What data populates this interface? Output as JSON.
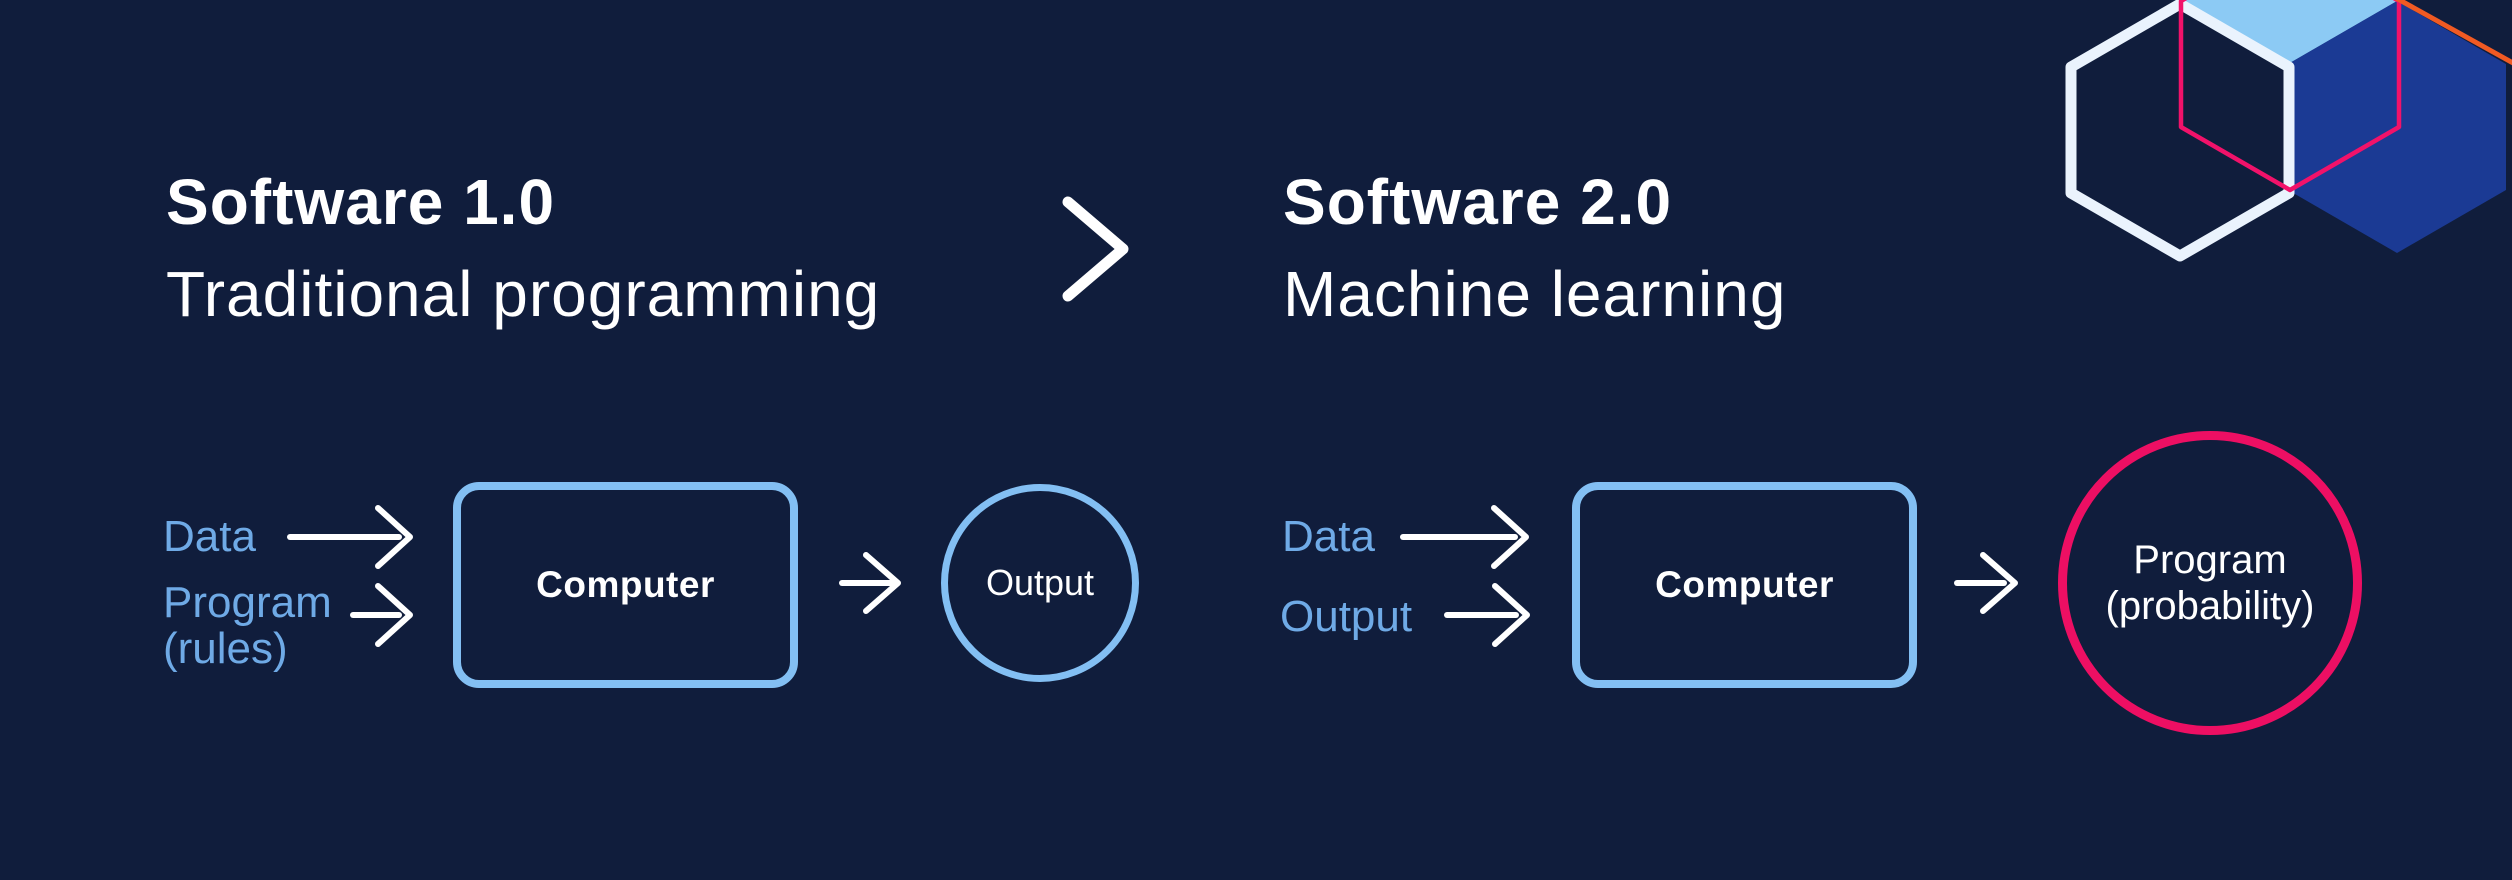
{
  "page": {
    "type": "infographic-diagram",
    "background": "#101d3c"
  },
  "sections": {
    "left": {
      "heading": "Software 1.0",
      "subheading": "Traditional programming",
      "flow": {
        "input1": "Data",
        "input2_line1": "Program",
        "input2_line2": "(rules)",
        "processor": "Computer",
        "result": "Output"
      }
    },
    "right": {
      "heading": "Software 2.0",
      "subheading": "Machine learning",
      "flow": {
        "input1": "Data",
        "input2": "Output",
        "processor": "Computer",
        "result_line1": "Program",
        "result_line2": "(probability)"
      }
    }
  },
  "icons": {
    "separator": "chevron-right-icon",
    "arrows": "right-arrow-icon",
    "decoration": "hexagon-cluster"
  },
  "colors": {
    "background": "#101d3c",
    "text_white": "#ffffff",
    "label_blue": "#6faae6",
    "shape_border_blue": "#83bff3",
    "pink": "#ed0f63",
    "hex_light_blue_fill": "#8ccaf4",
    "hex_royal_blue_fill": "#1b3a94",
    "hex_white_outline": "#eaf3fd",
    "hex_pink_outline": "#f1126a",
    "hex_orange_line": "#f05a23",
    "arrow_white": "#ffffff"
  }
}
